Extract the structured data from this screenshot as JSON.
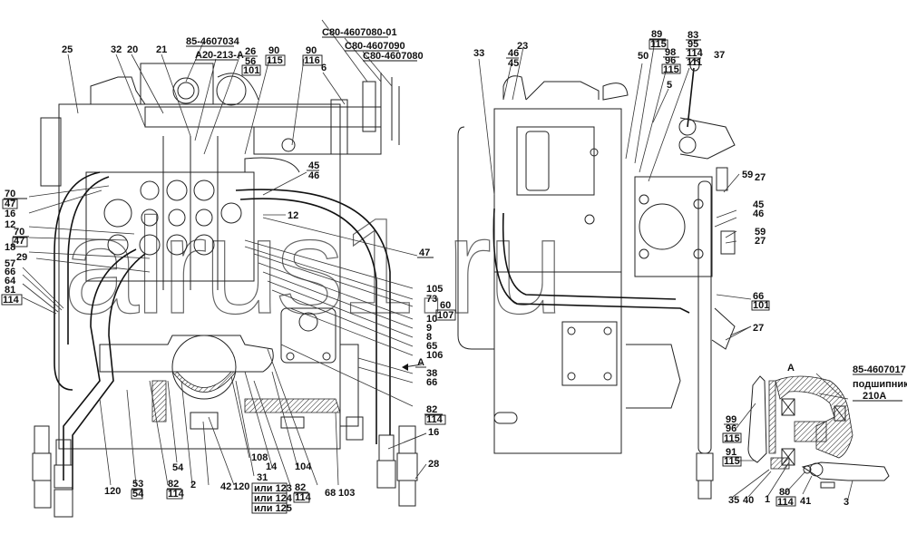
{
  "diagram": {
    "watermark": "alrus1.ru",
    "view_marker": "A",
    "detail_title": "A",
    "part_numbers": {
      "valve_assy": "85-4607034",
      "hose": "А20-213-А",
      "line_01": "С80-4607080-01",
      "line_090": "С80-4607090",
      "line_080": "С80-4607080",
      "detail_assy": "85-4607017",
      "bearing_label": "подшипник",
      "bearing_num": "210А"
    },
    "callouts_left": {
      "c25": "25",
      "c32": "32",
      "c20": "20",
      "c21": "21",
      "c26": "26",
      "c56": "56",
      "c101a": "101",
      "c90a": "90",
      "c115a": "115",
      "c90b": "90",
      "c116": "116",
      "c6": "6",
      "c45a": "45",
      "c46a": "46",
      "c12a": "12",
      "c70a": "70",
      "c47a": "47",
      "c16a": "16",
      "c12b": "12",
      "c70b": "70",
      "c47b": "47",
      "c18": "18",
      "c29": "29",
      "c57": "57",
      "c66a": "66",
      "c64": "64",
      "c81": "81",
      "c114a": "114",
      "c47c": "47",
      "c105": "105",
      "c73": "73",
      "c60": "60",
      "c107": "107",
      "c10": "10",
      "c9": "9",
      "c8": "8",
      "c65": "65",
      "c106": "106",
      "c38": "38",
      "c66b": "66",
      "c82a": "82",
      "c114b": "114",
      "c16b": "16",
      "c28": "28"
    },
    "callouts_bottom": {
      "c120a": "120",
      "c53": "53",
      "c54a": "54",
      "c54b": "54",
      "c82b": "82",
      "c114c": "114",
      "c2": "2",
      "c42": "42",
      "c120b": "120",
      "c108": "108",
      "c14": "14",
      "c31": "31",
      "or123": "или 123",
      "or124": "или 124",
      "or125": "или 125",
      "c82c": "82",
      "c114d": "114",
      "c104": "104",
      "c68": "68",
      "c103": "103"
    },
    "callouts_right": {
      "c33": "33",
      "c46b": "46",
      "c45b": "45",
      "c23": "23",
      "c50": "50",
      "c89": "89",
      "c115b": "115",
      "c98": "98",
      "c96a": "96",
      "c115c": "115",
      "c83": "83",
      "c95": "95",
      "c114e": "114",
      "c111": "111",
      "c37": "37",
      "c5": "5",
      "c59a": "59",
      "c27a": "27",
      "c45c": "45",
      "c46c": "46",
      "c59b": "59",
      "c27b": "27",
      "c66c": "66",
      "c101b": "101",
      "c27c": "27"
    },
    "callouts_detail": {
      "c99": "99",
      "c96b": "96",
      "c115d": "115",
      "c91": "91",
      "c115e": "115",
      "c35": "35",
      "c40": "40",
      "c1": "1",
      "c80": "80",
      "c114f": "114",
      "c41": "41",
      "c3": "3"
    }
  }
}
